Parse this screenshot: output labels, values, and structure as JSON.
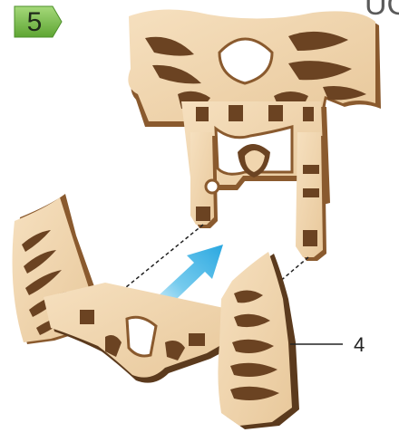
{
  "step": {
    "number": "5",
    "badge_color": "#6db33f"
  },
  "corner_text": "UG",
  "callouts": [
    {
      "label": "4"
    }
  ],
  "colors": {
    "wood_face": "#f0d5ae",
    "wood_edge": "#8a5a2e",
    "wood_dark": "#5b3a1d",
    "arrow": "#3ab4e6"
  }
}
